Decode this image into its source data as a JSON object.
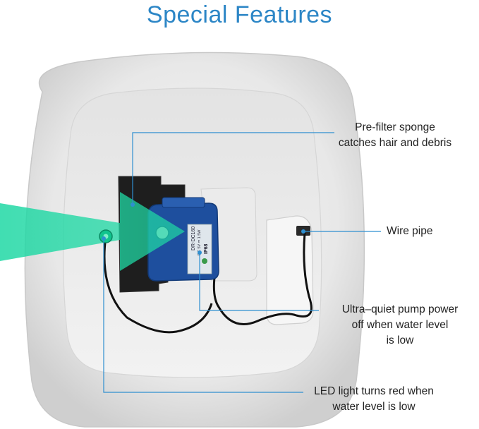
{
  "title": "Special Features",
  "callouts": {
    "prefilter": "Pre-filter sponge\ncatches hair and debris",
    "wirepipe": "Wire pipe",
    "pump": "Ultra–quiet pump power\noff when water level\nis low",
    "led": "LED light turns red when\nwater level is low"
  },
  "pump_label": {
    "model": "DR-DC160",
    "spec": "DC 5V ⎓ 1.5W",
    "rating": "IP68"
  },
  "colors": {
    "title": "#2c86c6",
    "callout_line": "#2f8fd0",
    "flow_arrow": "#1fd8a4",
    "pump_body": "#1e4f9e"
  },
  "icons": [
    "flow-arrow-icon",
    "callout-dot-icon"
  ]
}
